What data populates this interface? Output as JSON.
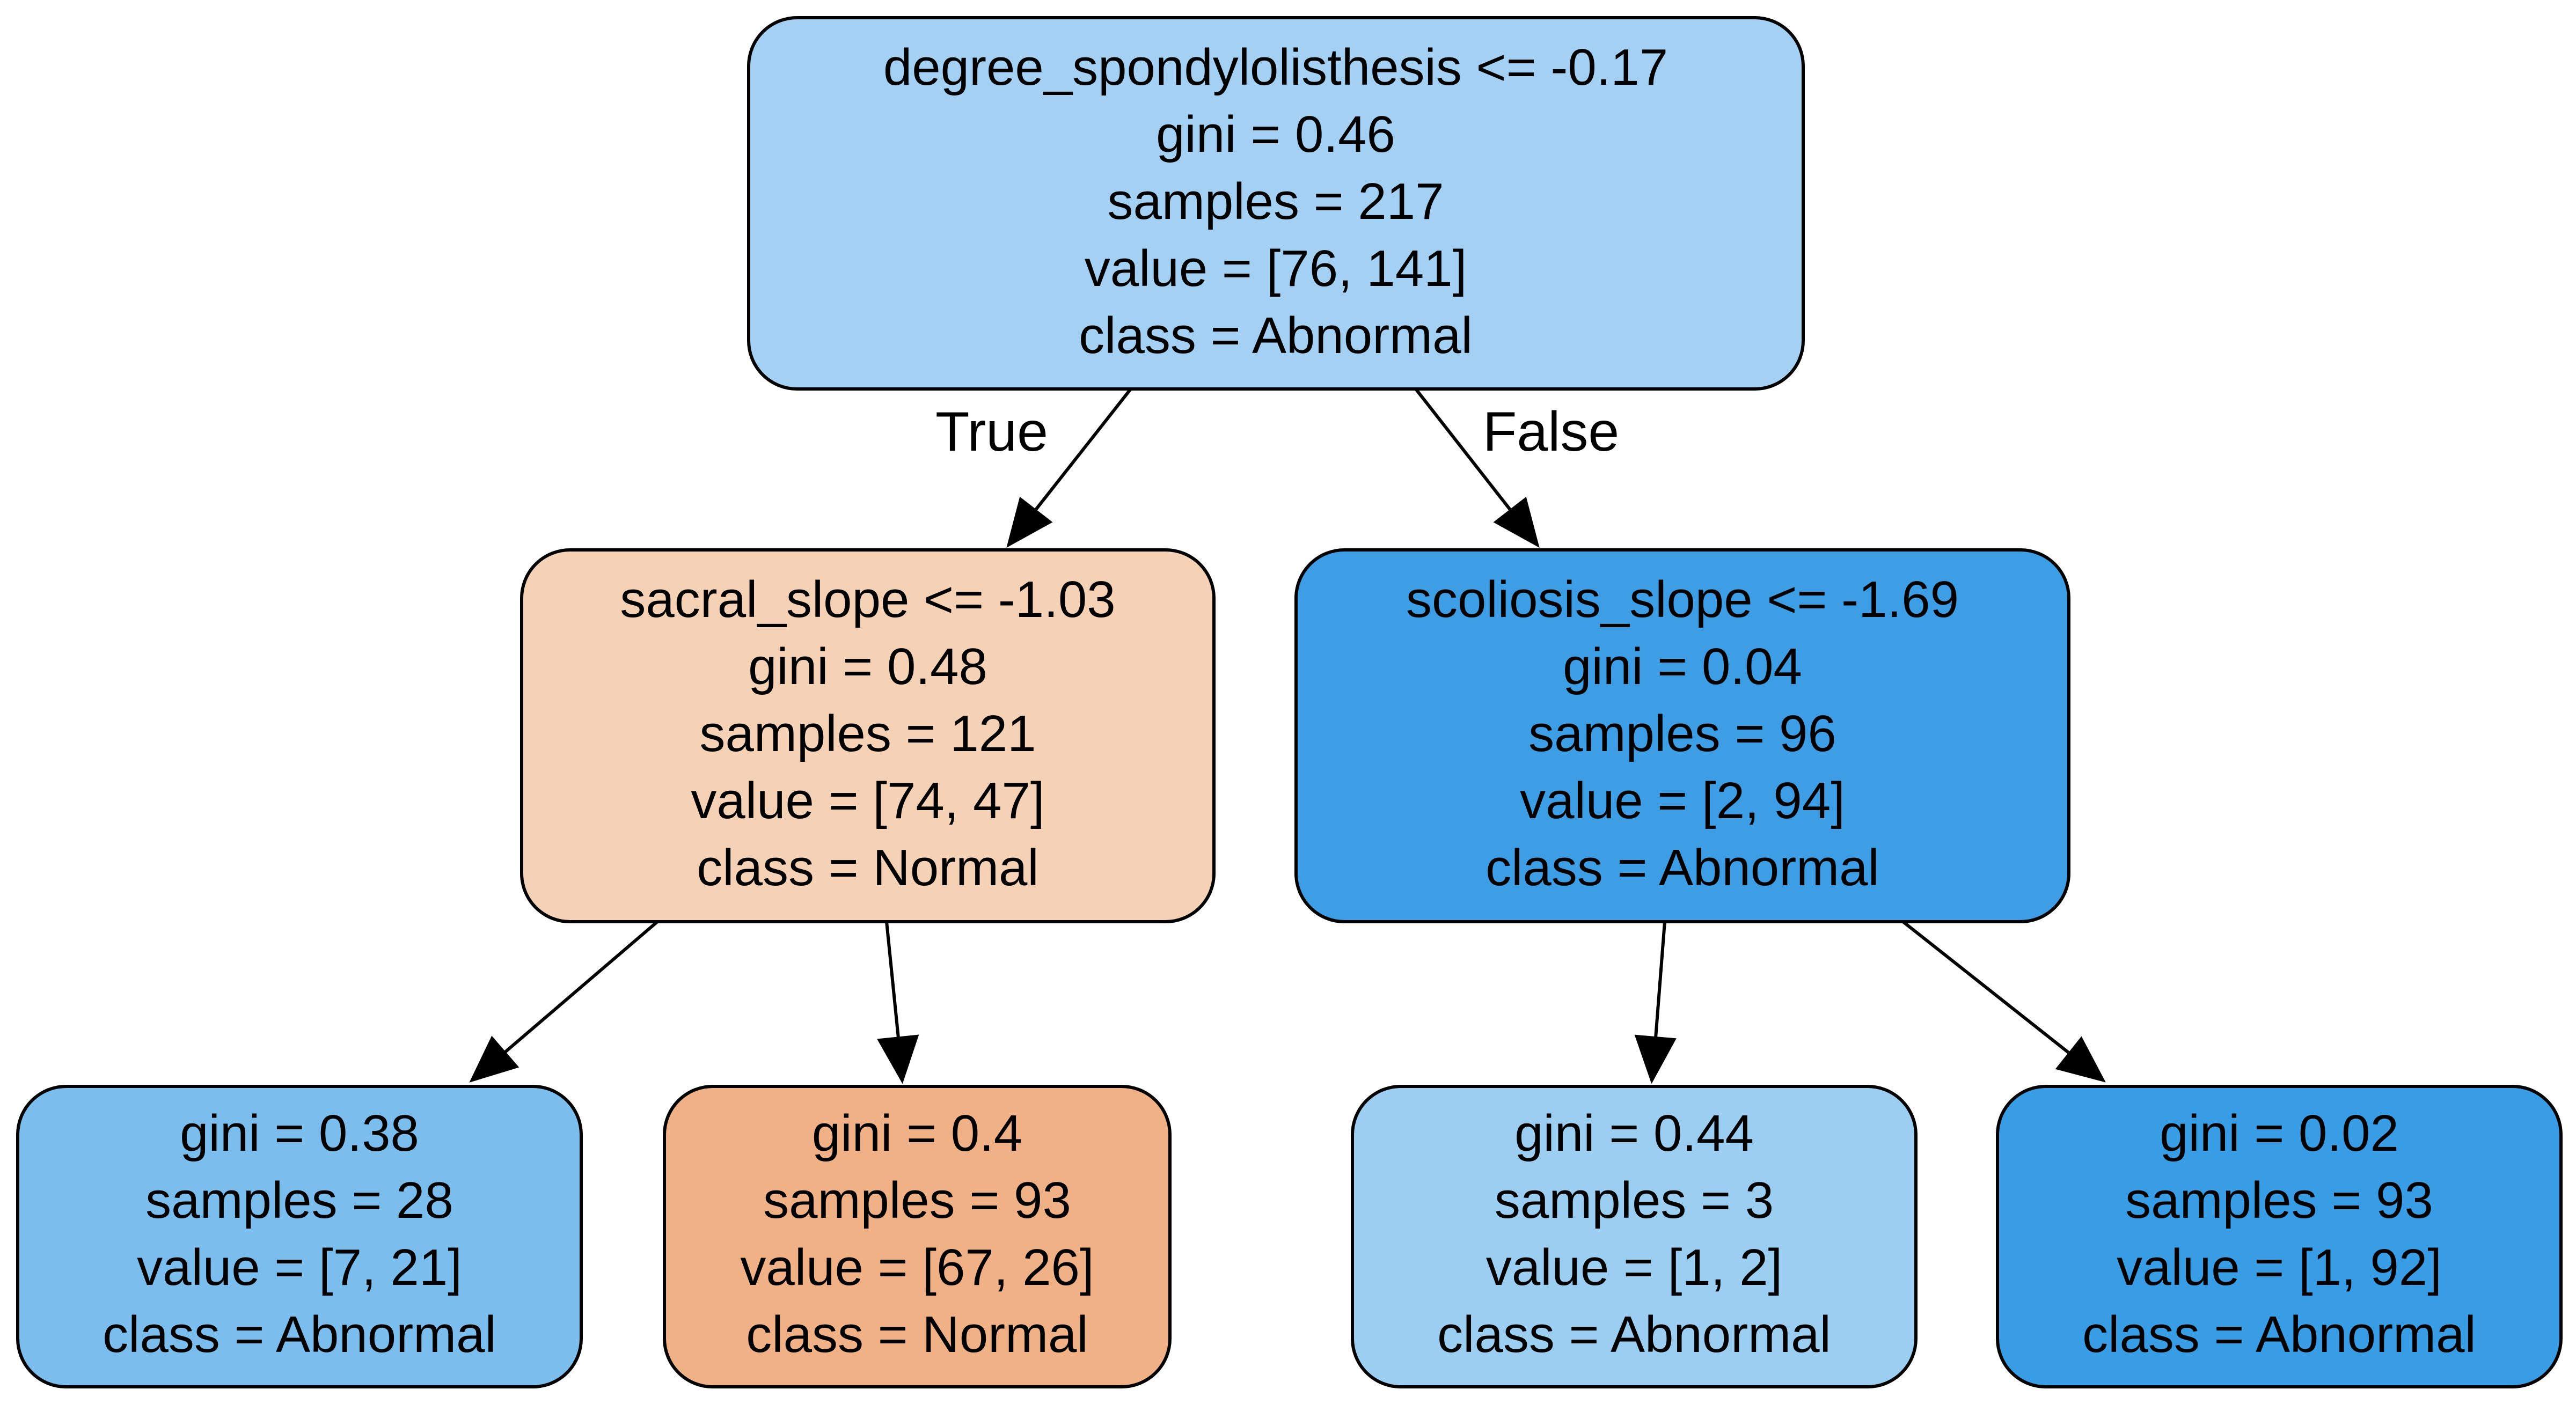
{
  "tree": {
    "colors": {
      "stroke": "#000000",
      "edge": "#000000",
      "text": "#000000"
    },
    "edge_labels": {
      "true": "True",
      "false": "False"
    },
    "nodes": [
      {
        "id": "root",
        "fill": "#a3d0f3",
        "lines": [
          "degree_spondylolisthesis <= -0.17",
          "gini = 0.46",
          "samples = 217",
          "value = [76, 141]",
          "class = Abnormal"
        ]
      },
      {
        "id": "left",
        "fill": "#f5d1b6",
        "lines": [
          "sacral_slope <= -1.03",
          "gini = 0.48",
          "samples = 121",
          "value = [74, 47]",
          "class = Normal"
        ]
      },
      {
        "id": "right",
        "fill": "#3e9ee5",
        "lines": [
          "scoliosis_slope <= -1.69",
          "gini = 0.04",
          "samples = 96",
          "value = [2, 94]",
          "class = Abnormal"
        ]
      },
      {
        "id": "left-left",
        "fill": "#7bbeee",
        "lines": [
          "gini = 0.38",
          "samples = 28",
          "value = [7, 21]",
          "class = Abnormal"
        ]
      },
      {
        "id": "left-right",
        "fill": "#efb185",
        "lines": [
          "gini = 0.4",
          "samples = 93",
          "value = [67, 26]",
          "class = Normal"
        ]
      },
      {
        "id": "right-left",
        "fill": "#9ccef2",
        "lines": [
          "gini = 0.44",
          "samples = 3",
          "value = [1, 2]",
          "class = Abnormal"
        ]
      },
      {
        "id": "right-right",
        "fill": "#399de5",
        "lines": [
          "gini = 0.02",
          "samples = 93",
          "value = [1, 92]",
          "class = Abnormal"
        ]
      }
    ]
  }
}
